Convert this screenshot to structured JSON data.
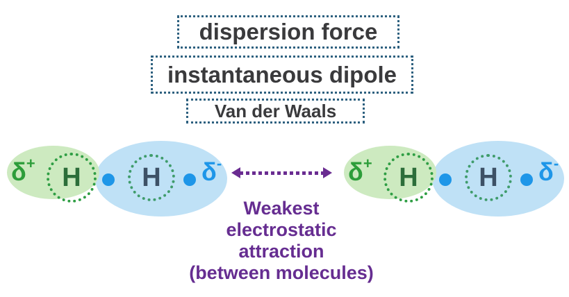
{
  "title_boxes": [
    {
      "label": "dispersion force"
    },
    {
      "label": "instantaneous dipole"
    },
    {
      "label": "Van der Waals"
    }
  ],
  "molecule_labels": {
    "delta": "δ",
    "plus": "+",
    "minus": "-",
    "hydrogen": "H"
  },
  "caption": {
    "lines": [
      "Weakest",
      "electrostatic",
      "attraction",
      "(between molecules)"
    ]
  },
  "colors": {
    "box_border": "#2d607f",
    "box_text": "#3a3a3c",
    "green_lobe": "#cdeac0",
    "blue_lobe": "#bfe1f6",
    "delta_plus_green": "#2d9d3a",
    "hydrogen_green": "#2c6e3a",
    "hydrogen_navy": "#3d5166",
    "electron_blue": "#1e96e8",
    "shell_dots_green": "#2f9e44",
    "shell_dots_teal": "#3f9c6b",
    "arrow_purple": "#6a2c91",
    "caption_purple": "#662d91"
  }
}
